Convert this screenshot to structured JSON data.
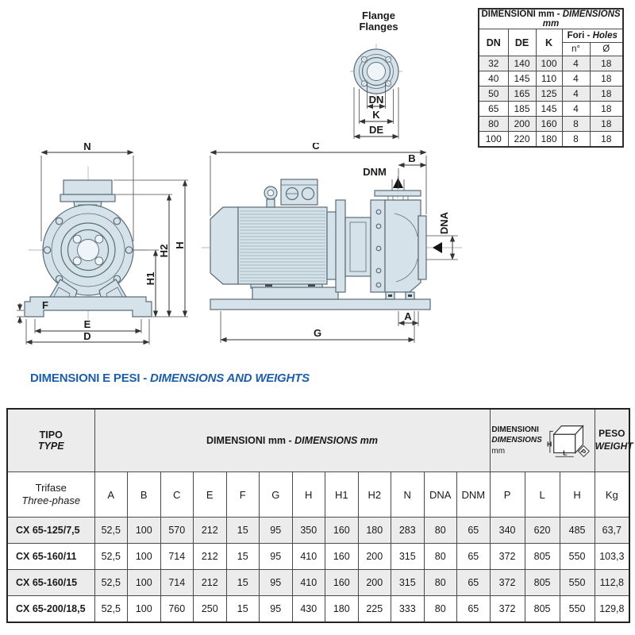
{
  "flange_diagram": {
    "title_line1": "Flange",
    "title_line2": "Flanges",
    "dim_dn": "DN",
    "dim_k": "K",
    "dim_de": "DE"
  },
  "flange_table": {
    "title_normal": "DIMENSIONI mm - ",
    "title_italic": "DIMENSIONS mm",
    "col_dn": "DN",
    "col_de": "DE",
    "col_k": "K",
    "fori_normal": "Fori - ",
    "fori_italic": "Holes",
    "col_count": "n°",
    "col_diameter": "Ø",
    "rows": [
      [
        "32",
        "140",
        "100",
        "4",
        "18"
      ],
      [
        "40",
        "145",
        "110",
        "4",
        "18"
      ],
      [
        "50",
        "165",
        "125",
        "4",
        "18"
      ],
      [
        "65",
        "185",
        "145",
        "4",
        "18"
      ],
      [
        "80",
        "200",
        "160",
        "8",
        "18"
      ],
      [
        "100",
        "220",
        "180",
        "8",
        "18"
      ]
    ]
  },
  "front_view": {
    "dim_n": "N",
    "dim_h2": "H2",
    "dim_h": "H",
    "dim_h1": "H1",
    "dim_f": "F",
    "dim_e": "E",
    "dim_d": "D"
  },
  "side_view": {
    "dim_c": "C",
    "dim_b": "B",
    "dim_dnm": "DNM",
    "dim_dna": "DNA",
    "dim_a": "A",
    "dim_g": "G"
  },
  "section_heading": {
    "normal": "DIMENSIONI E PESI",
    "separator": " - ",
    "italic": "DIMENSIONS AND WEIGHTS"
  },
  "main_table": {
    "tipo": "TIPO",
    "type": "TYPE",
    "dim_title_normal": "DIMENSIONI mm - ",
    "dim_title_italic": "DIMENSIONS mm",
    "pkg_line1": "DIMENSIONI",
    "pkg_line2": "DIMENSIONS",
    "pkg_line3": "mm",
    "box_h": "H",
    "box_l": "L",
    "box_p": "P",
    "peso": "PESO",
    "weight": "WEIGHT",
    "phase_line1": "Trifase",
    "phase_line2": "Three-phase",
    "dim_columns": [
      "A",
      "B",
      "C",
      "E",
      "F",
      "G",
      "H",
      "H1",
      "H2",
      "N",
      "DNA",
      "DNM"
    ],
    "pkg_columns": [
      "P",
      "L",
      "H"
    ],
    "weight_unit": "Kg",
    "rows": [
      {
        "model": "CX 65-125/7,5",
        "values": [
          "52,5",
          "100",
          "570",
          "212",
          "15",
          "95",
          "350",
          "160",
          "180",
          "283",
          "80",
          "65",
          "340",
          "620",
          "485",
          "63,7"
        ]
      },
      {
        "model": "CX 65-160/11",
        "values": [
          "52,5",
          "100",
          "714",
          "212",
          "15",
          "95",
          "410",
          "160",
          "200",
          "315",
          "80",
          "65",
          "372",
          "805",
          "550",
          "103,3"
        ]
      },
      {
        "model": "CX 65-160/15",
        "values": [
          "52,5",
          "100",
          "714",
          "212",
          "15",
          "95",
          "410",
          "160",
          "200",
          "315",
          "80",
          "65",
          "372",
          "805",
          "550",
          "112,8"
        ]
      },
      {
        "model": "CX 65-200/18,5",
        "values": [
          "52,5",
          "100",
          "760",
          "250",
          "15",
          "95",
          "430",
          "180",
          "225",
          "333",
          "80",
          "65",
          "372",
          "805",
          "550",
          "129,8"
        ]
      }
    ]
  }
}
